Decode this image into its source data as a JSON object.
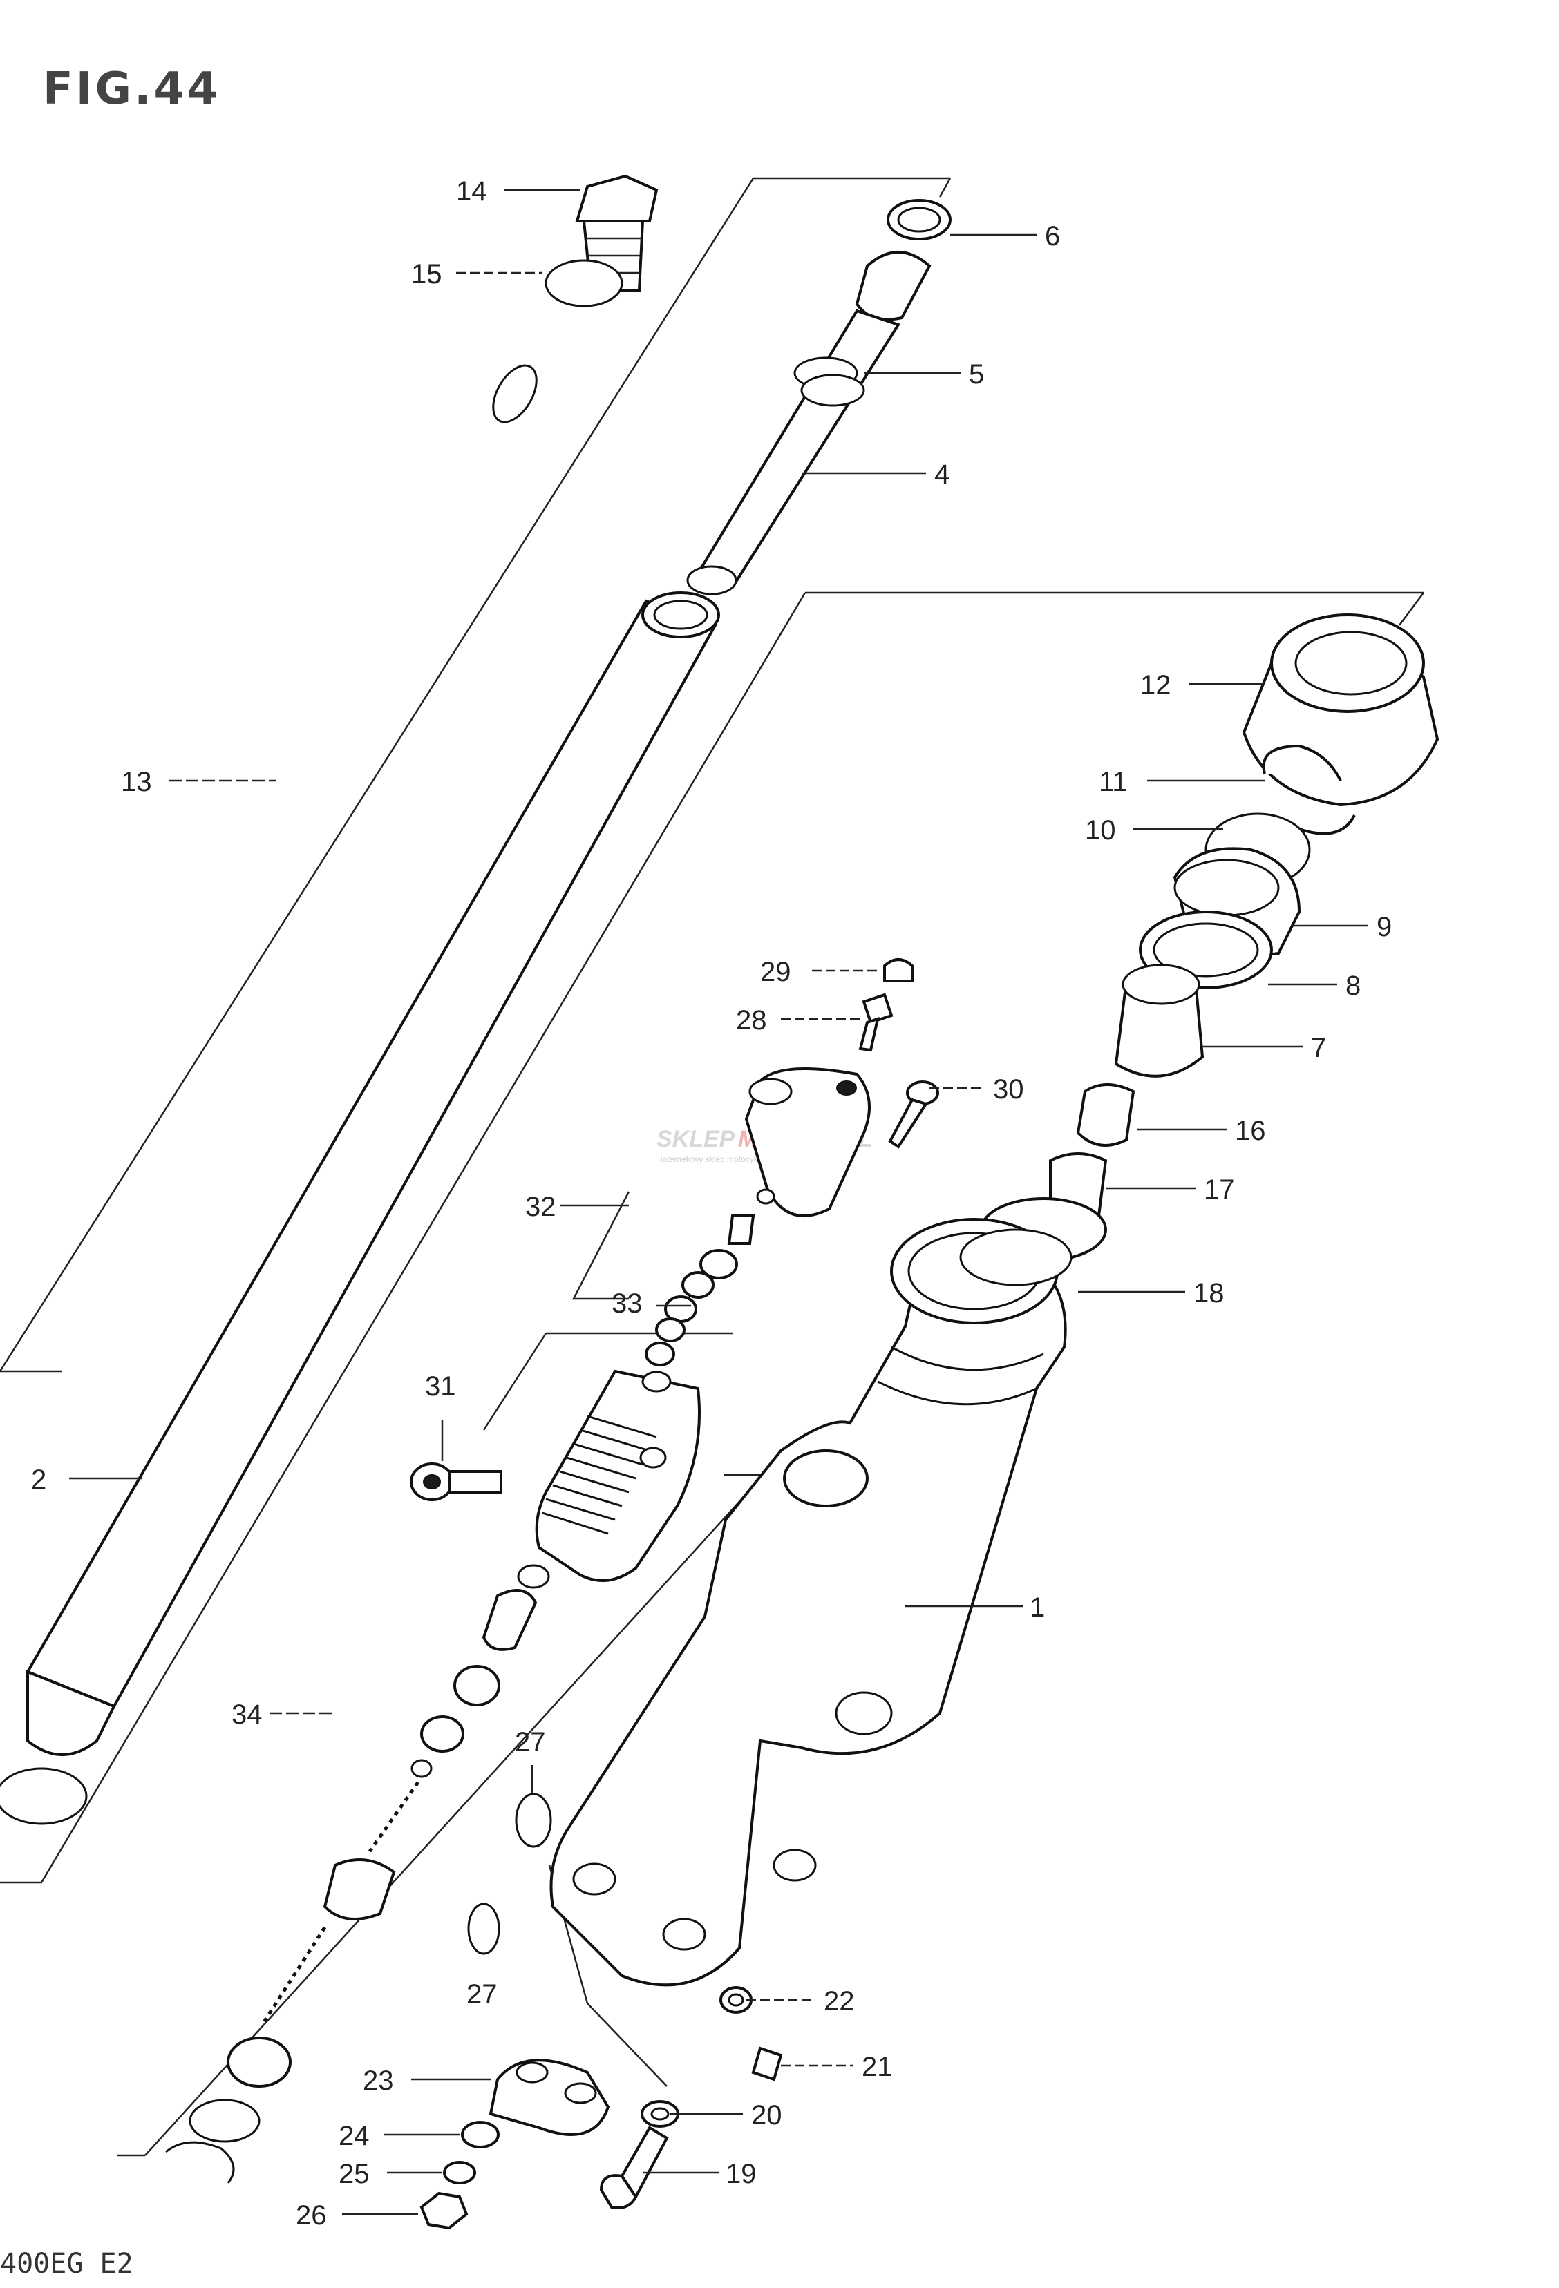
{
  "figure": {
    "title": "FIG.44",
    "model_code": "400EG E2"
  },
  "watermark": {
    "brand_part1": "SKLEP",
    "brand_part2": "MOTO",
    "brand_part3": "24.PL",
    "tagline": "internetowy sklep motocyklowy"
  },
  "callouts": [
    {
      "id": "c1",
      "label": "1"
    },
    {
      "id": "c2",
      "label": "2"
    },
    {
      "id": "c4",
      "label": "4"
    },
    {
      "id": "c5",
      "label": "5"
    },
    {
      "id": "c6",
      "label": "6"
    },
    {
      "id": "c7",
      "label": "7"
    },
    {
      "id": "c8",
      "label": "8"
    },
    {
      "id": "c9",
      "label": "9"
    },
    {
      "id": "c10",
      "label": "10"
    },
    {
      "id": "c11",
      "label": "11"
    },
    {
      "id": "c12",
      "label": "12"
    },
    {
      "id": "c13",
      "label": "13"
    },
    {
      "id": "c14",
      "label": "14"
    },
    {
      "id": "c15",
      "label": "15"
    },
    {
      "id": "c16",
      "label": "16"
    },
    {
      "id": "c17",
      "label": "17"
    },
    {
      "id": "c18",
      "label": "18"
    },
    {
      "id": "c19",
      "label": "19"
    },
    {
      "id": "c20",
      "label": "20"
    },
    {
      "id": "c21",
      "label": "21"
    },
    {
      "id": "c22",
      "label": "22"
    },
    {
      "id": "c23",
      "label": "23"
    },
    {
      "id": "c24",
      "label": "24"
    },
    {
      "id": "c25",
      "label": "25"
    },
    {
      "id": "c26",
      "label": "26"
    },
    {
      "id": "c27a",
      "label": "27"
    },
    {
      "id": "c27b",
      "label": "27"
    },
    {
      "id": "c28",
      "label": "28"
    },
    {
      "id": "c29",
      "label": "29"
    },
    {
      "id": "c30",
      "label": "30"
    },
    {
      "id": "c31",
      "label": "31"
    },
    {
      "id": "c32",
      "label": "32"
    },
    {
      "id": "c33",
      "label": "33"
    },
    {
      "id": "c34",
      "label": "34"
    }
  ],
  "style": {
    "ink": "#111111",
    "background": "#ffffff",
    "watermark_accent": "#e53935"
  }
}
